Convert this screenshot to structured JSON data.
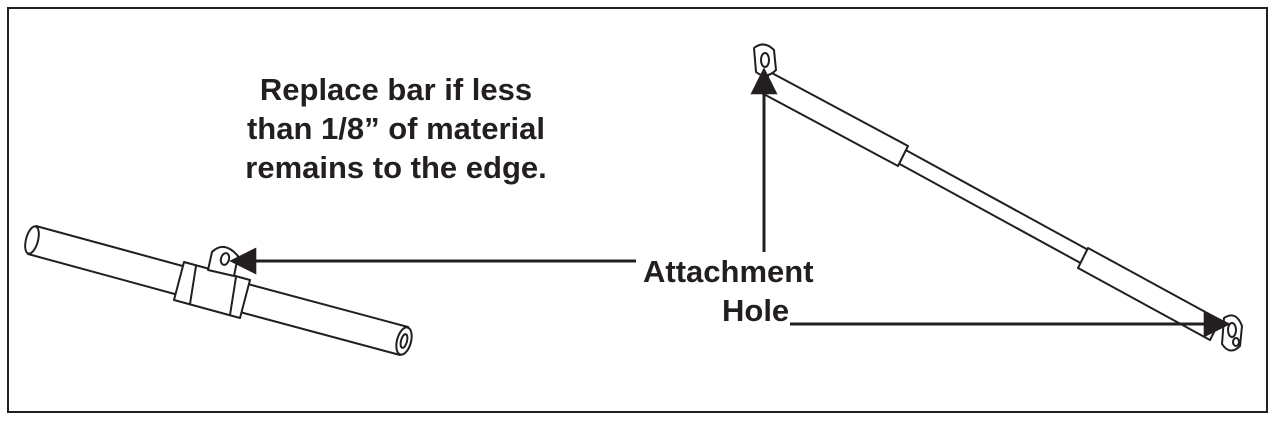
{
  "instruction": {
    "line1": "Replace bar if less",
    "line2": "than 1/8” of material",
    "line3": "remains to the edge."
  },
  "callout": {
    "line1": "Attachment",
    "line2": "Hole"
  },
  "colors": {
    "ink": "#231f20",
    "background": "#ffffff"
  }
}
